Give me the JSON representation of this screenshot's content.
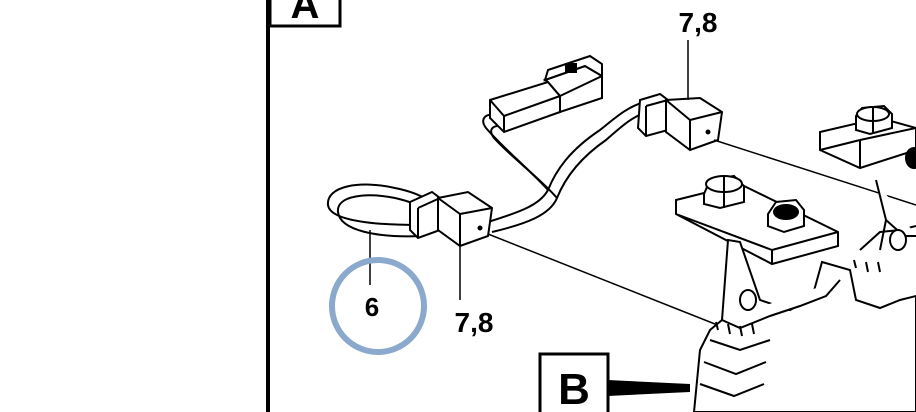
{
  "section_labels": {
    "a": "A",
    "b": "B"
  },
  "callouts": {
    "harness": "6",
    "connector_top": "7,8",
    "connector_bottom": "7,8"
  },
  "colors": {
    "line": "#000000",
    "background": "#ffffff",
    "highlight_ring": "#8aa9cc"
  }
}
